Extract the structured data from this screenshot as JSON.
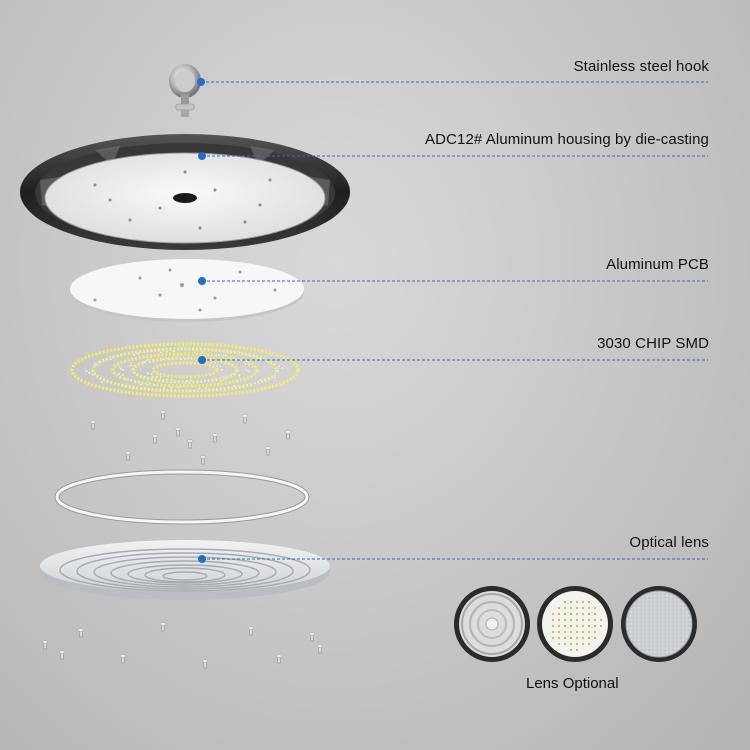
{
  "callouts": [
    {
      "label": "Stainless steel hook"
    },
    {
      "label": "ADC12# Aluminum housing by die-casting"
    },
    {
      "label": "Aluminum PCB"
    },
    {
      "label": "3030 CHIP SMD"
    },
    {
      "label": "Optical lens"
    }
  ],
  "lens_options": {
    "caption": "Lens Optional",
    "items": [
      {
        "icon": "frosted-lens-icon"
      },
      {
        "icon": "clear-lens-icon"
      },
      {
        "icon": "prismatic-lens-icon"
      }
    ]
  },
  "colors": {
    "callout_dot": "#1e6fc9",
    "callout_line": "#2a6fb8",
    "led_yellow": "#f4f07a",
    "housing": "#2a2a2a"
  }
}
